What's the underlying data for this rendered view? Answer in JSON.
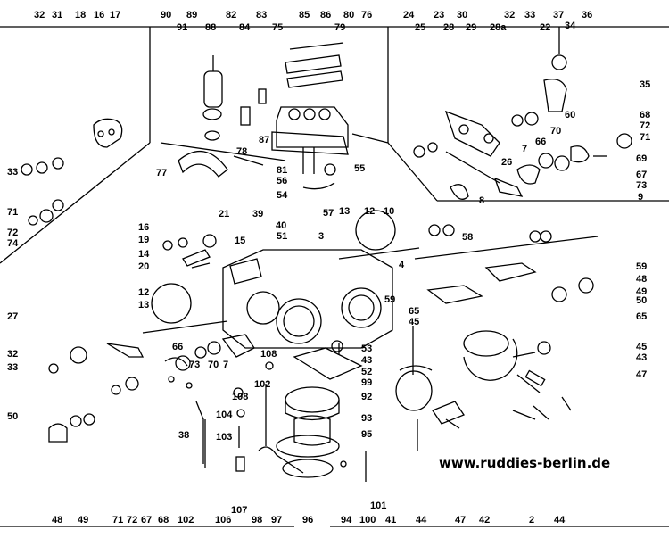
{
  "website": "www.ruddies-berlin.de",
  "part_numbers": [
    "32",
    "31",
    "18",
    "16",
    "17",
    "90",
    "89",
    "82",
    "83",
    "85",
    "86",
    "80",
    "76",
    "24",
    "23",
    "30",
    "32",
    "33",
    "37",
    "36",
    "91",
    "88",
    "84",
    "75",
    "79",
    "25",
    "28",
    "29",
    "28a",
    "22",
    "34",
    "35",
    "60",
    "68",
    "72",
    "71",
    "69",
    "67",
    "73",
    "9",
    "87",
    "78",
    "77",
    "81",
    "55",
    "56",
    "54",
    "57",
    "26",
    "7",
    "66",
    "70",
    "8",
    "33",
    "72",
    "71",
    "74",
    "21",
    "39",
    "13",
    "12",
    "10",
    "40",
    "3",
    "51",
    "16",
    "19",
    "15",
    "14",
    "20",
    "4",
    "58",
    "59",
    "12",
    "13",
    "27",
    "32",
    "33",
    "50",
    "66",
    "73",
    "70",
    "7",
    "108",
    "102",
    "108",
    "104",
    "103",
    "38",
    "53",
    "43",
    "52",
    "99",
    "92",
    "93",
    "95",
    "45",
    "65",
    "59",
    "65",
    "48",
    "49",
    "50",
    "45",
    "43",
    "47",
    "48",
    "49",
    "71",
    "72",
    "67",
    "68",
    "102",
    "106",
    "107",
    "98",
    "97",
    "96",
    "94",
    "100",
    "41",
    "44",
    "47",
    "42",
    "2",
    "44",
    "101"
  ]
}
